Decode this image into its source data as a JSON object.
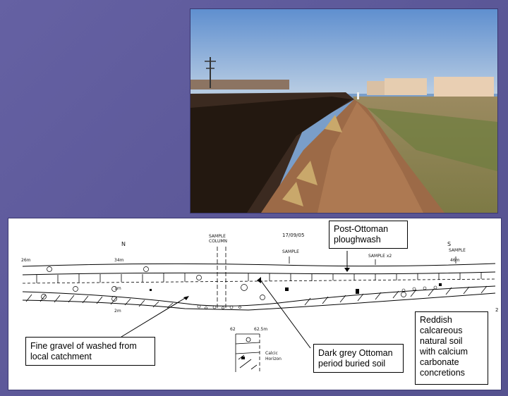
{
  "photo": {
    "sky_color": "#7ea6d4",
    "soil_color": "#8a5a3a"
  },
  "section_drawing": {
    "handwritten": {
      "north": "N",
      "south": "S",
      "date": "17/09/05",
      "sample_column": "SAMPLE COLUMN",
      "sample": "SAMPLE",
      "sample_x2": "SAMPLE x2",
      "sample_right": "SAMPLE",
      "dist_left": "26m",
      "dist_mid": "34m",
      "dist_right": "46m",
      "depth_1": "1m",
      "depth_2": "2m",
      "inset_a": "62",
      "inset_b": "62.5m",
      "inset_note": "Calcic Horizon"
    },
    "labels": {
      "post_ottoman": [
        "Post-Ottoman",
        "ploughwash"
      ],
      "fine_gravel": [
        "Fine gravel of washed from",
        "local catchment"
      ],
      "dark_grey": [
        "Dark grey Ottoman",
        "period buried soil"
      ],
      "reddish": [
        "Reddish",
        "calcareous",
        "natural soil",
        "with calcium",
        "carbonate",
        "concretions"
      ]
    },
    "corner_number": "2"
  }
}
